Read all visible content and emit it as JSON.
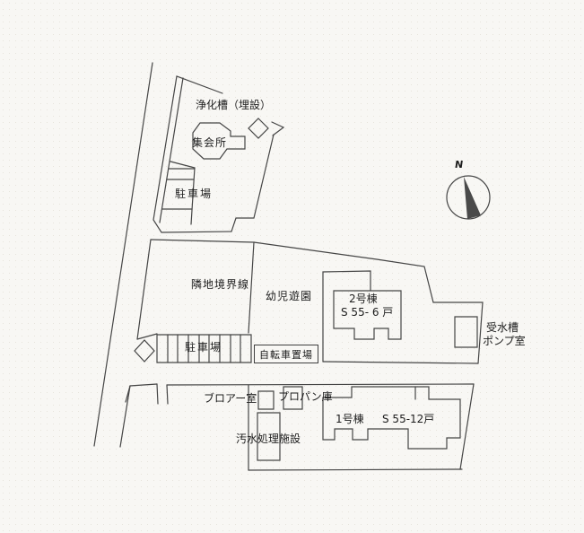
{
  "document": {
    "type": "site-plan",
    "description": "Japanese housing site plan drawing"
  },
  "colors": {
    "paper": "#f8f7f4",
    "line": "#454545",
    "needle_fill": "#4a4a4a"
  },
  "compass": {
    "north_label": "N"
  },
  "labels": {
    "septic_tank": "浄化槽（埋設）",
    "meeting_hall": "集会所",
    "parking_upper": "駐車場",
    "boundary_line": "隣地境界線",
    "children_playground": "幼児遊園",
    "building2_name": "2号棟",
    "building2_units": "S 55- 6 戸",
    "water_tank_line1": "受水槽",
    "water_tank_line2": "ポンプ室",
    "parking_middle": "駐車場",
    "bicycle_parking": "自転車置場",
    "blower_room": "ブロアー室",
    "propane_storage": "プロパン庫",
    "sewage_facility": "汚水処理施設",
    "building1_name": "1号棟",
    "building1_units": "S 55-12戸"
  }
}
